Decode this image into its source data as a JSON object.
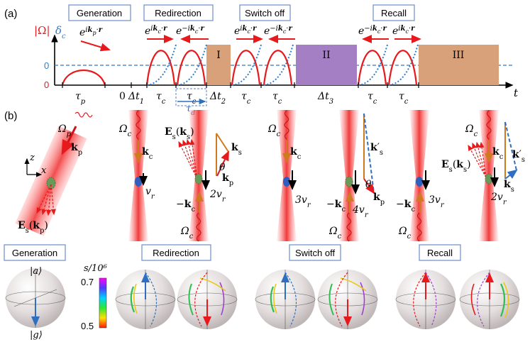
{
  "panel_a": {
    "label": "(a)",
    "stages": [
      "Generation",
      "Redirection",
      "Switch off",
      "Recall"
    ],
    "y_axis": {
      "omega": "|Ω|",
      "delta": "δ",
      "delta_sub": "c"
    },
    "y_ticks": {
      "blue_zero": "0",
      "red_zero": "0"
    },
    "x_axis_label": "t",
    "phase_labels": {
      "kp": "e<sup>i<b>k</b><sub>p</sub>·<b>r</b></sup>",
      "plus": "e<sup>i<b>k</b><sub>c</sub>·<b>r</b></sup>",
      "minus": "e<sup>−i<b>k</b><sub>c</sub>·<b>r</b></sup>"
    },
    "intervals": {
      "tau_p": "τ<tspan baseline-shift='sub' font-size='10'>p</tspan>",
      "zero": "0",
      "dt1": "Δt<tspan baseline-shift='sub' font-size='10'>1</tspan>",
      "tau_c": "τ<tspan baseline-shift='sub' font-size='10'>c</tspan>",
      "tau_d": "τ<tspan baseline-shift='sub' font-size='10'>d</tspan>",
      "dt2": "Δt<tspan baseline-shift='sub' font-size='10'>2</tspan>",
      "dt3": "Δt<tspan baseline-shift='sub' font-size='10'>3</tspan>"
    },
    "blocks": [
      "I",
      "II",
      "III"
    ],
    "colors": {
      "red": "#e8191c",
      "blue": "#2f7cc8",
      "block_orange": "#d9a17a",
      "block_purple": "#a57fc3"
    }
  },
  "panel_b": {
    "label": "(b)",
    "labels": {
      "omega_p": "Ω<tspan baseline-shift='sub' font-size='10'>p</tspan>",
      "omega_c": "Ω<tspan baseline-shift='sub' font-size='10'>c</tspan>",
      "kp": "<tspan font-weight='bold'>k</tspan><tspan baseline-shift='sub' font-size='10'>p</tspan>",
      "kc": "<tspan font-weight='bold'>k</tspan><tspan baseline-shift='sub' font-size='10'>c</tspan>",
      "mkc": "−<tspan font-weight='bold'>k</tspan><tspan baseline-shift='sub' font-size='10'>c</tspan>",
      "ks": "<tspan font-weight='bold'>k</tspan><tspan baseline-shift='sub' font-size='10'>s</tspan>",
      "ksp": "<tspan font-weight='bold'>k</tspan>′<tspan baseline-shift='sub' font-size='10'>s</tspan>",
      "es_kp": "<tspan font-weight='bold'>E</tspan><tspan baseline-shift='sub' font-size='10'>s</tspan>(<tspan font-weight='bold'>k</tspan><tspan baseline-shift='sub' font-size='10'>p</tspan>)",
      "es_ks": "<tspan font-weight='bold'>E</tspan><tspan baseline-shift='sub' font-size='10'>s</tspan>(<tspan font-weight='bold'>k</tspan><tspan baseline-shift='sub' font-size='10'>s</tspan>)",
      "vr": "v<tspan baseline-shift='sub' font-size='10'>r</tspan>",
      "vr2": "2v<tspan baseline-shift='sub' font-size='10'>r</tspan>",
      "vr3": "3v<tspan baseline-shift='sub' font-size='10'>r</tspan>",
      "vr4": "4v<tspan baseline-shift='sub' font-size='10'>r</tspan>",
      "theta": "θ",
      "z": "z",
      "x": "x"
    }
  },
  "panel_c": {
    "stages": [
      "Generation",
      "Redirection",
      "Switch off",
      "Recall"
    ],
    "ket_a": "|a⟩",
    "ket_g": "|g⟩",
    "colorbar": {
      "title": "s/10⁶",
      "max": "0.7",
      "min": "0.5"
    }
  }
}
